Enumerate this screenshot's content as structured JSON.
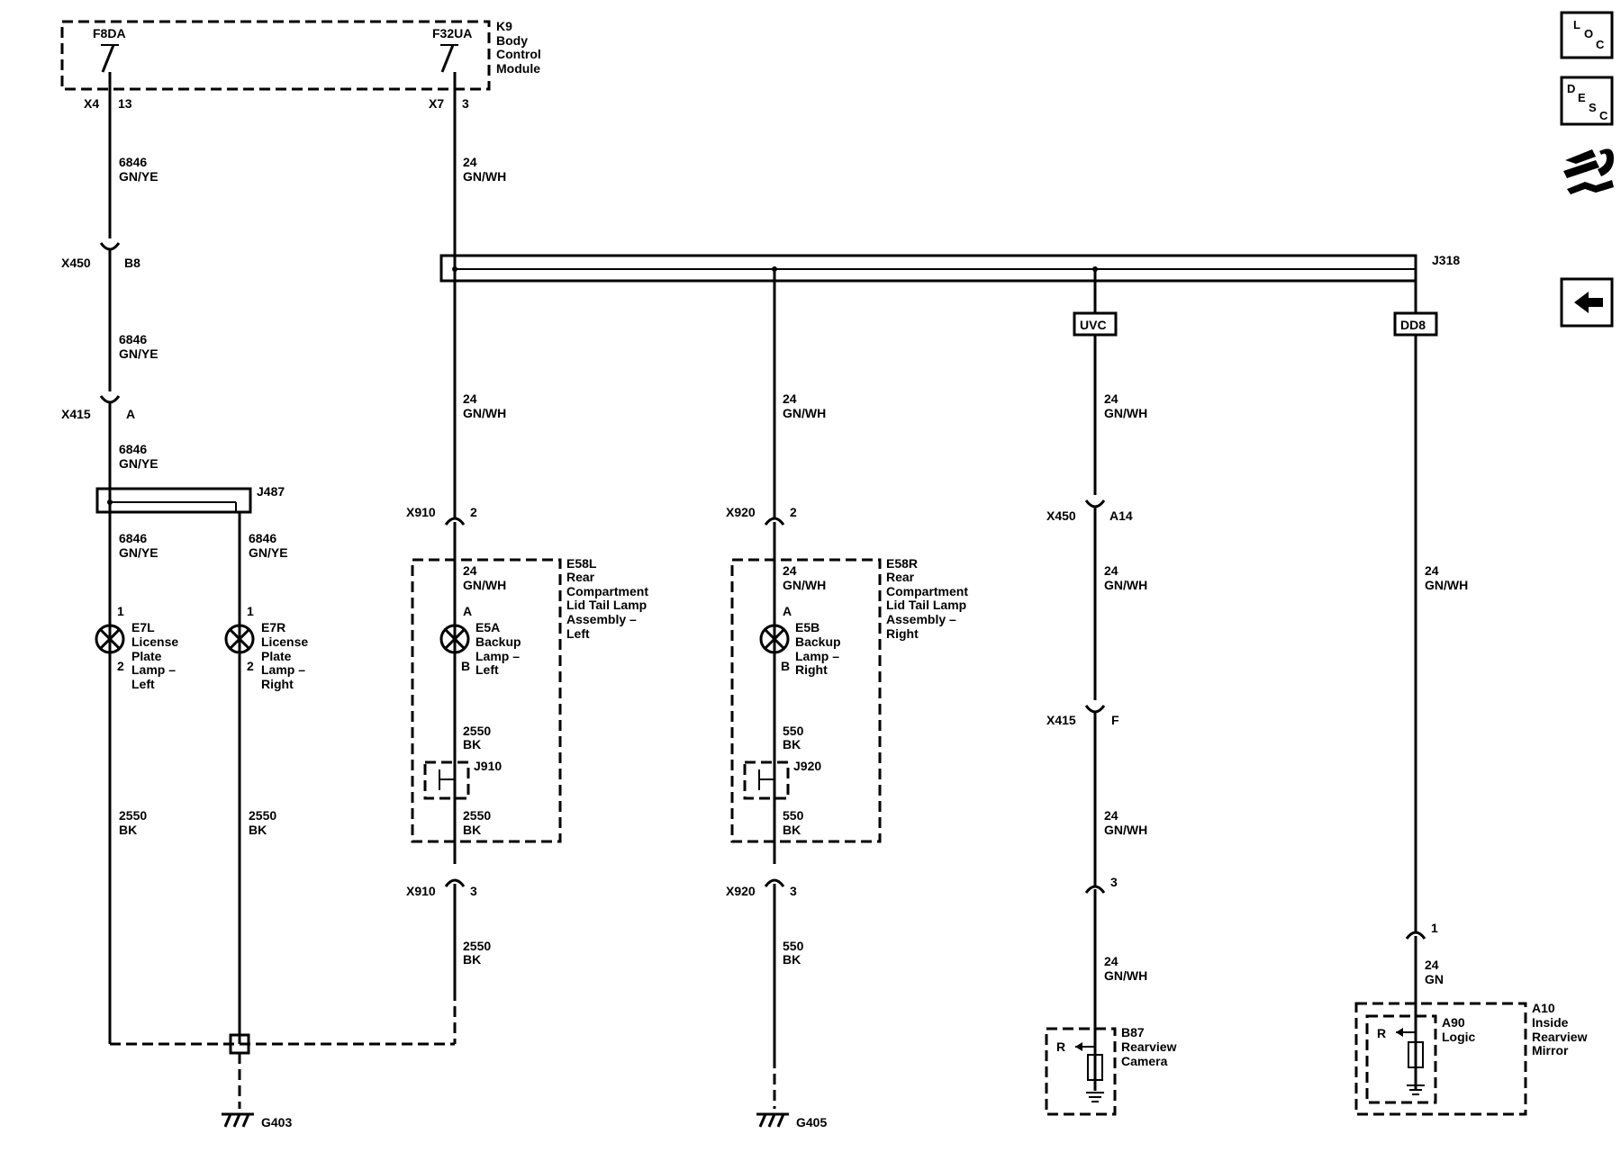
{
  "bcm": {
    "fuse1": "F8DA",
    "fuse2": "F32UA",
    "id": "K9",
    "name_lines": [
      "Body",
      "Control",
      "Module"
    ],
    "conn1": "X4",
    "pin1": "13",
    "conn2": "X7",
    "pin2": "3"
  },
  "wires": {
    "w6846": "6846",
    "gnye": "GN/YE",
    "w24": "24",
    "gnwh": "GN/WH",
    "w2550": "2550",
    "w550": "550",
    "bk": "BK",
    "gn": "GN"
  },
  "connectors": {
    "x450": "X450",
    "x415": "X415",
    "x910": "X910",
    "x920": "X920",
    "b8": "B8",
    "a": "A",
    "a14": "A14",
    "f": "F",
    "pin2": "2",
    "pin3": "3",
    "pin1": "1"
  },
  "splices": {
    "j318": "J318",
    "j487": "J487",
    "j910": "J910",
    "j920": "J920"
  },
  "options": {
    "uvc": "UVC",
    "dd8": "DD8"
  },
  "components": {
    "e7l": {
      "id": "E7L",
      "lines": [
        "License",
        "Plate",
        "Lamp –",
        "Left"
      ],
      "pin_top": "1",
      "pin_bottom": "2"
    },
    "e7r": {
      "id": "E7R",
      "lines": [
        "License",
        "Plate",
        "Lamp –",
        "Right"
      ],
      "pin_top": "1",
      "pin_bottom": "2"
    },
    "e58l": {
      "id": "E58L",
      "lines": [
        "Rear",
        "Compartment",
        "Lid Tail Lamp",
        "Assembly –",
        "Left"
      ]
    },
    "e58r": {
      "id": "E58R",
      "lines": [
        "Rear",
        "Compartment",
        "Lid Tail Lamp",
        "Assembly –",
        "Right"
      ]
    },
    "e5a": {
      "id": "E5A",
      "lines": [
        "Backup",
        "Lamp –",
        "Left"
      ],
      "pin_top": "A",
      "pin_bottom": "B"
    },
    "e5b": {
      "id": "E5B",
      "lines": [
        "Backup",
        "Lamp –",
        "Right"
      ],
      "pin_top": "A",
      "pin_bottom": "B"
    },
    "b87": {
      "id": "B87",
      "lines": [
        "Rearview",
        "Camera"
      ],
      "pin": "R"
    },
    "a90": {
      "id": "A90",
      "lines": [
        "Logic"
      ],
      "pin": "R"
    },
    "a10": {
      "id": "A10",
      "lines": [
        "Inside",
        "Rearview",
        "Mirror"
      ]
    }
  },
  "grounds": {
    "g403": "G403",
    "g405": "G405"
  },
  "nav": {
    "loc_letters": [
      "L",
      "O",
      "C"
    ],
    "desc_letters": [
      "D",
      "E",
      "S",
      "C"
    ]
  }
}
